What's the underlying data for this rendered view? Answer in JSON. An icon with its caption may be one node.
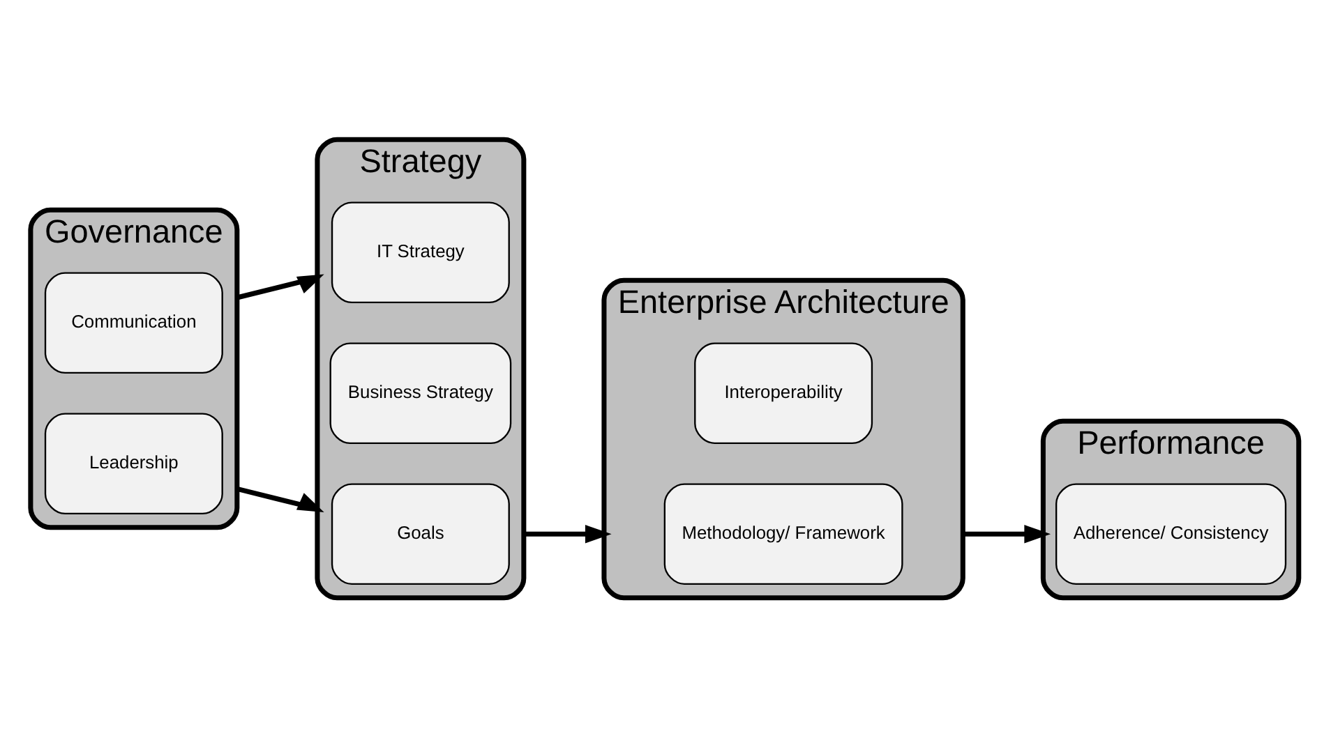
{
  "diagram": {
    "nodes": [
      {
        "text": [
          "Governance"
        ]
      },
      {
        "text": [
          "Leadership"
        ],
        "in": 0
      },
      {
        "text": [
          "Communication"
        ],
        "in": 0
      },
      {
        "text": [
          "Strategy"
        ]
      },
      {
        "text": [
          "Goals"
        ],
        "in": 3
      },
      {
        "text": [
          "Business Strategy"
        ],
        "in": 3
      },
      {
        "text": [
          "IT Strategy"
        ],
        "in": 3
      },
      {
        "text": [
          "Enterprise Architecture"
        ]
      },
      {
        "text": [
          "Methodology/ Framework"
        ],
        "in": 7
      },
      {
        "text": [
          "Interoperability"
        ],
        "in": 7
      },
      {
        "text": [
          "Performance"
        ]
      },
      {
        "text": [
          "Adherence/ Consistency"
        ],
        "in": 10
      }
    ],
    "edges": [
      {
        "from": 0,
        "to": 3,
        "arrow": "to"
      },
      {
        "from": 0,
        "to": 3,
        "arrow": "to"
      },
      {
        "from": 3,
        "to": 7,
        "arrow": "to"
      },
      {
        "from": 7,
        "to": 10,
        "arrow": "to"
      }
    ]
  }
}
